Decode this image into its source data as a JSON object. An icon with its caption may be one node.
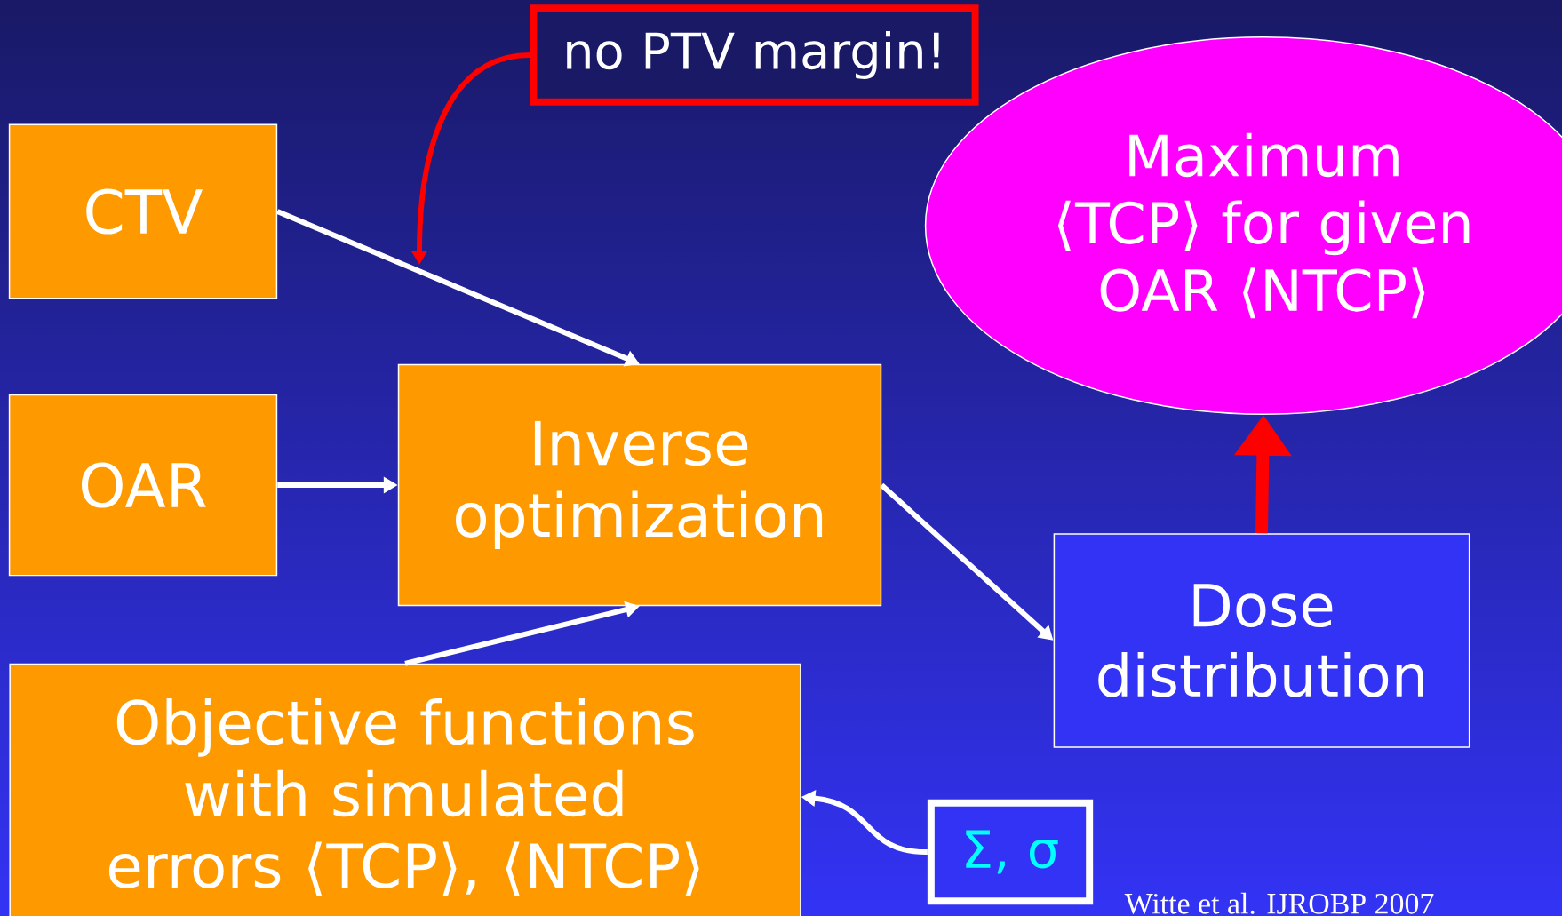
{
  "diagram": {
    "nodes": [
      {
        "text": [
          "CTV"
        ]
      },
      {
        "text": [
          "OAR"
        ]
      },
      {
        "text": [
          "Inverse optimization"
        ]
      },
      {
        "text": [
          "Objective functions with simulated errors ⟨TCP⟩, ⟨NTCP⟩"
        ]
      },
      {
        "text": [
          "Maximum ⟨TCP⟩ for given OAR ⟨NTCP⟩"
        ]
      },
      {
        "text": [
          "Dose distribution"
        ]
      },
      {
        "text": [
          "no PTV margin!"
        ]
      },
      {
        "text": [
          "Σ, σ"
        ]
      }
    ],
    "edges": [
      {
        "from": 0,
        "to": 2,
        "arrow": "to"
      },
      {
        "from": 1,
        "to": 2,
        "arrow": "to"
      },
      {
        "from": 3,
        "to": 2,
        "arrow": "to"
      },
      {
        "from": 2,
        "to": 5,
        "arrow": "to"
      },
      {
        "from": 5,
        "to": 4,
        "arrow": "to",
        "style": "thick",
        "color": "#ff0000"
      },
      {
        "from": 7,
        "to": 3,
        "arrow": "to"
      },
      {
        "from": 6,
        "to": null,
        "arrow": "to",
        "color": "#ff0000"
      }
    ],
    "labels": [
      "Witte et al. IJROBP 2007"
    ]
  }
}
